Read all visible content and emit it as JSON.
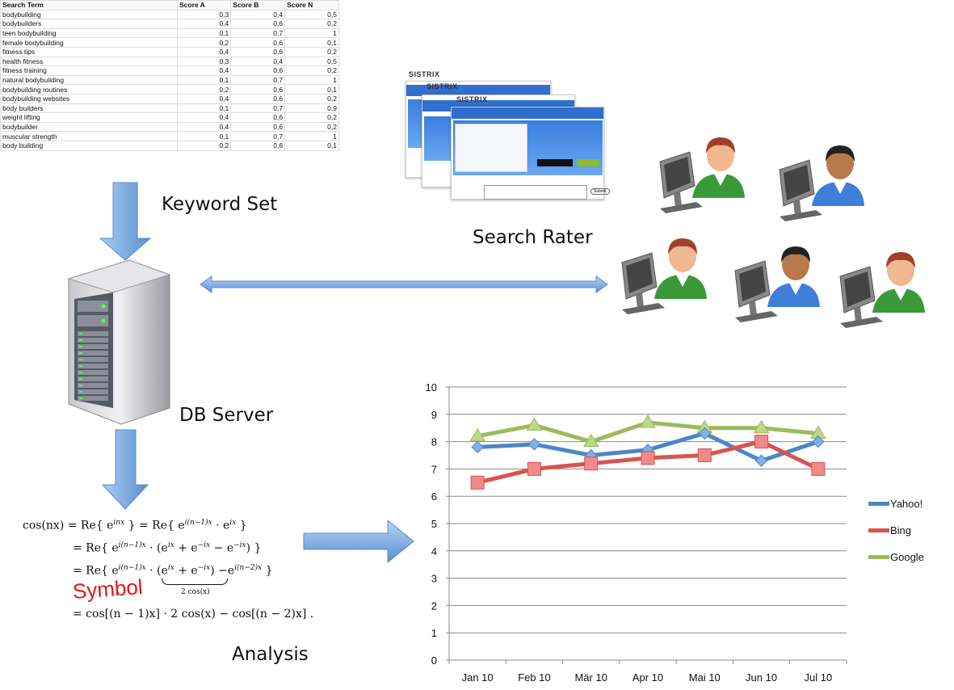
{
  "keyword_table": {
    "headers": [
      "Search Term",
      "Score A",
      "Score B",
      "Score N"
    ],
    "rows": [
      [
        "bodybuilding",
        "0,3",
        "0,4",
        "0,5"
      ],
      [
        "bodybuilders",
        "0,4",
        "0,6",
        "0,2"
      ],
      [
        "teen bodybuilding",
        "0,1",
        "0,7",
        "1"
      ],
      [
        "female bodybuilding",
        "0,2",
        "0,6",
        "0,1"
      ],
      [
        "fitness tips",
        "0,4",
        "0,6",
        "0,2"
      ],
      [
        "health fitness",
        "0,3",
        "0,4",
        "0,5"
      ],
      [
        "fitness training",
        "0,4",
        "0,6",
        "0,2"
      ],
      [
        "natural bodybuilding",
        "0,1",
        "0,7",
        "1"
      ],
      [
        "bodybuilding routines",
        "0,2",
        "0,6",
        "0,1"
      ],
      [
        "bodybuilding websites",
        "0,4",
        "0,6",
        "0,2"
      ],
      [
        "body builders",
        "0,1",
        "0,7",
        "0,9"
      ],
      [
        "weight lifting",
        "0,4",
        "0,6",
        "0,2"
      ],
      [
        "bodybuilder",
        "0,4",
        "0,6",
        "0,2"
      ],
      [
        "muscular strength",
        "0,1",
        "0,7",
        "1"
      ],
      [
        "body building",
        "0,2",
        "0,6",
        "0,1"
      ]
    ]
  },
  "labels": {
    "keyword_set": "Keyword Set",
    "search_rater": "Search Rater",
    "db_server": "DB Server",
    "analysis": "Analysis",
    "symbol_stamp": "Symbol"
  },
  "rater_screens": {
    "logo": "SISTRIX",
    "submit": "Submit"
  },
  "math": {
    "line1_lhs": "cos(nx)",
    "underbrace_label": "2 cos(x)"
  },
  "colors": {
    "arrow": "#6fa3dc",
    "yahoo": "#4a86c8",
    "bing": "#d9534f",
    "google": "#9bbb59"
  },
  "chart_data": {
    "type": "line",
    "categories": [
      "Jan 10",
      "Feb 10",
      "Mär 10",
      "Apr 10",
      "Mai 10",
      "Jun 10",
      "Jul 10"
    ],
    "series": [
      {
        "name": "Yahoo!",
        "marker": "diamond",
        "values": [
          7.8,
          7.9,
          7.5,
          7.7,
          8.3,
          7.3,
          8.0
        ]
      },
      {
        "name": "Bing",
        "marker": "square",
        "values": [
          6.5,
          7.0,
          7.2,
          7.4,
          7.5,
          8.0,
          7.0
        ]
      },
      {
        "name": "Google",
        "marker": "triangle",
        "values": [
          8.2,
          8.6,
          8.0,
          8.7,
          8.5,
          8.5,
          8.3
        ]
      }
    ],
    "ylim": [
      0,
      10
    ],
    "yticks": [
      "0",
      "1",
      "2",
      "3",
      "4",
      "5",
      "6",
      "7",
      "8",
      "9",
      "10"
    ],
    "grid": true,
    "legend": "right"
  }
}
